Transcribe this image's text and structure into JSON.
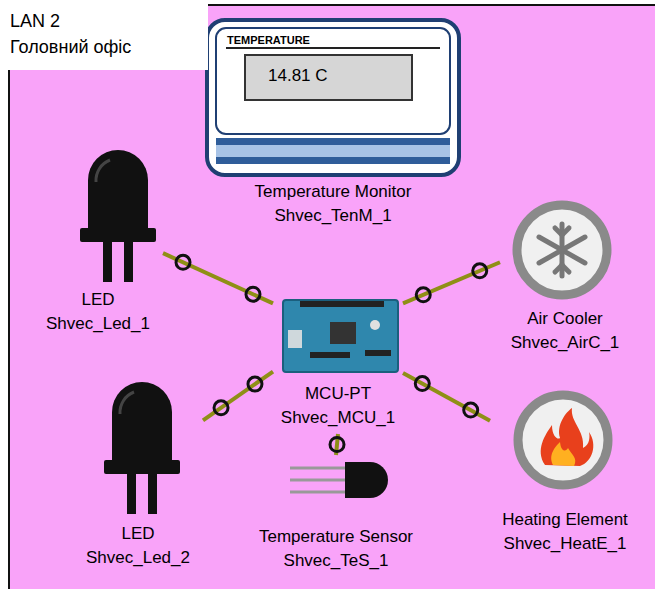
{
  "diagram": {
    "nodes": [
      {
        "text": [
          "LAN 2",
          "Головний офіс"
        ]
      },
      {
        "text": [
          "Temperature Monitor",
          "Shvec_TenM_1"
        ],
        "in": 0
      },
      {
        "text": [
          "LED",
          "Shvec_Led_1"
        ],
        "in": 0
      },
      {
        "text": [
          "Air Cooler",
          "Shvec_AirC_1"
        ],
        "in": 0
      },
      {
        "text": [
          "MCU-PT",
          "Shvec_MCU_1"
        ],
        "in": 0
      },
      {
        "text": [
          "LED",
          "Shvec_Led_2"
        ],
        "in": 0
      },
      {
        "text": [
          "Temperature Sensor",
          "Shvec_TeS_1"
        ],
        "in": 0
      },
      {
        "text": [
          "Heating Element",
          "Shvec_HeatE_1"
        ],
        "in": 0
      }
    ],
    "edges": [
      {
        "from": 4,
        "to": 2,
        "arrow": "none"
      },
      {
        "from": 4,
        "to": 3,
        "arrow": "none"
      },
      {
        "from": 4,
        "to": 7,
        "arrow": "none"
      },
      {
        "from": 4,
        "to": 5,
        "arrow": "none"
      },
      {
        "from": 4,
        "to": 6,
        "arrow": "none"
      }
    ],
    "labels": [
      "TEMPERATURE",
      "14.81 C"
    ]
  }
}
